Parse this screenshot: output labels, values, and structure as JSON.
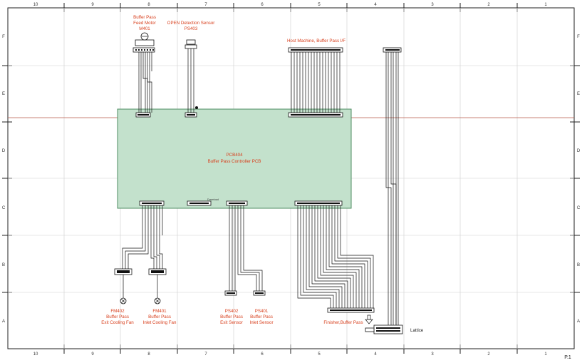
{
  "grid": {
    "columns": [
      "10",
      "9",
      "8",
      "7",
      "6",
      "5",
      "4",
      "3",
      "2",
      "1"
    ],
    "rows": [
      "F",
      "E",
      "D",
      "C",
      "B",
      "A"
    ]
  },
  "pcb": {
    "name": "PCB404",
    "subtitle": "Buffer Pass Controller PCB",
    "download_label": "Download"
  },
  "components": {
    "motor": {
      "line1": "Buffer Pass",
      "line2": "Feed Motor",
      "line3": "M401"
    },
    "sensor_open": {
      "line1": "OPEN Detection Sensor",
      "line2": "PS403"
    },
    "host_if": {
      "line1": "Host Machine, Buffer Pass I/F"
    },
    "fan_exit": {
      "line1": "FM402",
      "line2": "Buffer Pass",
      "line3": "Exit Cooling Fan"
    },
    "fan_inlet": {
      "line1": "FM401",
      "line2": "Buffer Pass",
      "line3": "Inlet Cooling  Fan"
    },
    "sensor_exit": {
      "line1": "PS402",
      "line2": "Buffer Pass",
      "line3": "Exit Sensor"
    },
    "sensor_inlet": {
      "line1": "PS401",
      "line2": "Buffer Pass",
      "line3": "Inlet Sensor"
    },
    "finisher": {
      "line1": "Finisher,Buffer Pass"
    },
    "lattice": {
      "line1": "Lattice"
    }
  },
  "page_number": "P.1",
  "colors": {
    "pcb_fill": "#c3e1cc",
    "pcb_stroke": "#4d8c62",
    "label": "#d8401e",
    "rule": "#b85a4a",
    "wire": "#111111"
  }
}
